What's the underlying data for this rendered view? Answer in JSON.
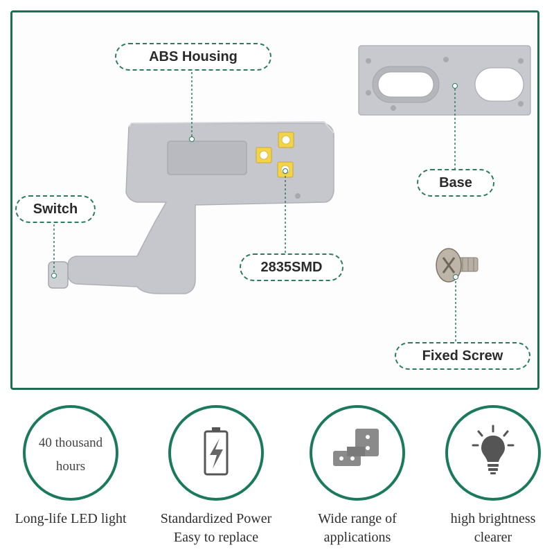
{
  "labels": {
    "abs_housing": "ABS Housing",
    "base": "Base",
    "switch": "Switch",
    "smd": "2835SMD",
    "fixed_screw": "Fixed Screw"
  },
  "features": [
    {
      "icon": "clock-ring",
      "ring_line1": "40 thousand",
      "ring_line2": "hours",
      "caption_line1": "Long-life LED light",
      "caption_line2": ""
    },
    {
      "icon": "battery-icon",
      "caption_line1": "Standardized Power",
      "caption_line2": "Easy to replace"
    },
    {
      "icon": "hinge-icon",
      "caption_line1": "Wide range of",
      "caption_line2": "applications"
    },
    {
      "icon": "lightbulb-icon",
      "caption_line1": "high brightness",
      "caption_line2": "clearer"
    }
  ],
  "colors": {
    "border_green": "#1b6e52",
    "dashed_green": "#2d7b5e",
    "housing_gray": "#c4c5ca",
    "led_yellow": "#f2d34a"
  }
}
